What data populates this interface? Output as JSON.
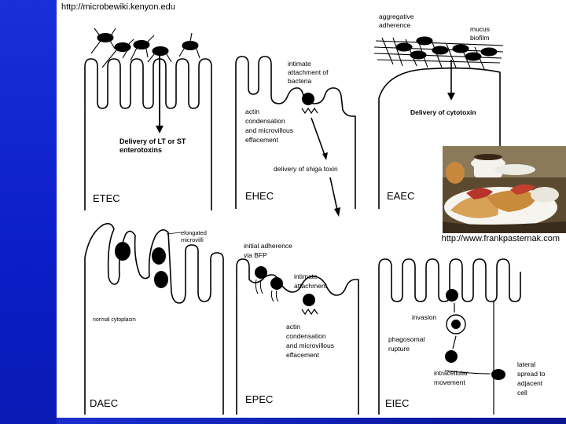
{
  "sources": {
    "top": "http://microbewiki.kenyon.edu",
    "photo": "http://www.frankpasternak.com"
  },
  "panels": {
    "etec": {
      "label": "ETEC",
      "text": [
        "Delivery of LT or ST",
        "enterotoxins"
      ]
    },
    "ehec": {
      "label": "EHEC",
      "attach": [
        "intimate",
        "attachment of",
        "bacteria"
      ],
      "actin": [
        "actin",
        "condensation",
        "and microvillous",
        "effacement"
      ],
      "delivery": "delivery of shiga toxin"
    },
    "eaec": {
      "label": "EAEC",
      "aggregative": [
        "aggregative",
        "adherence"
      ],
      "mucus": [
        "mucus",
        "biofilm"
      ],
      "delivery": "Delivery of cytotoxin"
    },
    "daec": {
      "label": "DAEC",
      "elongated": [
        "elongated",
        "microvilli"
      ],
      "cytoplasm": "normal cytoplasm"
    },
    "epec": {
      "label": "EPEC",
      "initial": [
        "initial adherence",
        "via BFP"
      ],
      "intimate": [
        "intimate",
        "attachment"
      ],
      "actin": [
        "actin",
        "condensation",
        "and microvillous",
        "effacement"
      ]
    },
    "eiec": {
      "label": "EIEC",
      "invasion": "invasion",
      "phago": [
        "phagosomal",
        "rupture"
      ],
      "intra": [
        "intracellular",
        "movement"
      ],
      "lateral": [
        "lateral",
        "spread to",
        "adjacent",
        "cell"
      ]
    }
  },
  "colors": {
    "side_bar": "#0b1ec8",
    "ink": "#000000"
  }
}
